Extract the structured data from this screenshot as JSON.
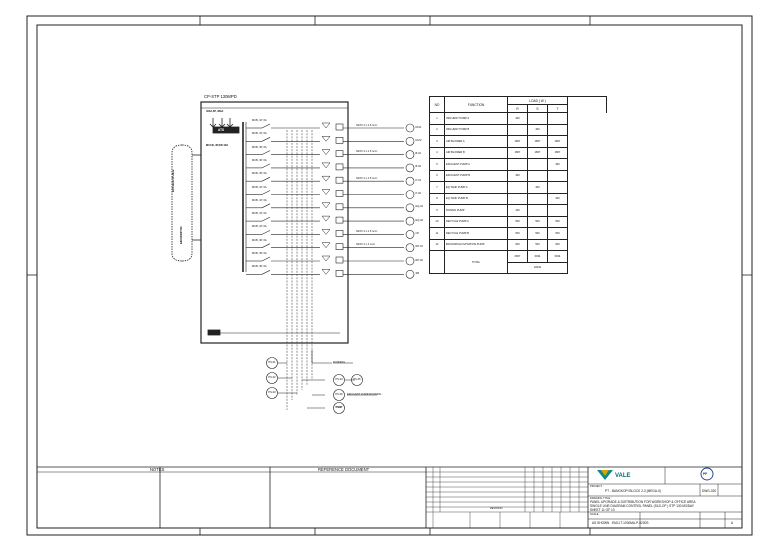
{
  "drawing": {
    "panel_title": "CP-STP 130MPD",
    "incomer": {
      "rating": "400A,3P, 36kA",
      "label": "ATS",
      "breaker": "MCCB, 3P,4W 40A"
    },
    "bus_label": "BUS BAR 3P+N+E",
    "meter_label": "E/M MONITOR",
    "feeders": [
      {
        "breaker": "MCB, 1P, 6A",
        "cable": "N2XX 4 x 2.5 mm²",
        "load": "M-01"
      },
      {
        "breaker": "MCB, 1P, 6A",
        "cable": "",
        "load": "M-02"
      },
      {
        "breaker": "MCB, 3P, 6A",
        "cable": "N2XX 4 x 2.5 mm²",
        "load": "B-01"
      },
      {
        "breaker": "MCB, 3P, 6A",
        "cable": "",
        "load": "B-02"
      },
      {
        "breaker": "MCB, 3P, 6A",
        "cable": "N2XX 4 x 2.5 mm²",
        "load": "P-01"
      },
      {
        "breaker": "MCB, 1P, 6A",
        "cable": "",
        "load": "P-02"
      },
      {
        "breaker": "MCB, 1P, 6A",
        "cable": "",
        "load": "EQ-01"
      },
      {
        "breaker": "MCB, 1P, 6A",
        "cable": "",
        "load": "EQ-02"
      },
      {
        "breaker": "MCB, 1P, 6A",
        "cable": "N2XX 4 x 2.5 mm²",
        "load": "CP"
      },
      {
        "breaker": "MCB, 3P, 6A",
        "cable": "N2XX 4 x 4 mm²",
        "load": "RP-01"
      },
      {
        "breaker": "MCB, 3P, 6A",
        "cable": "",
        "load": "RP-02"
      },
      {
        "breaker": "MCB, 3P, 6A",
        "cable": "",
        "load": "SB"
      }
    ],
    "indicators": [
      "PS-01",
      "PS-02",
      "PS-03",
      "PS-04",
      "PS-05",
      "PS-06",
      "PS-07"
    ],
    "signals": [
      "RUNNING",
      "EFFLUENT PUMP RUNNING",
      "TRIP"
    ]
  },
  "load_table": {
    "headers": {
      "no": "NO",
      "function": "FUNCTION",
      "load": "LOAD ( W )",
      "phases": [
        "R",
        "S",
        "T"
      ]
    },
    "rows": [
      {
        "no": "1",
        "function": "INFLUENT PUMP A",
        "r": "400",
        "s": "",
        "t": ""
      },
      {
        "no": "2",
        "function": "INFLUENT PUMP B",
        "r": "",
        "s": "400",
        "t": ""
      },
      {
        "no": "3",
        "function": "AIR BLOWER A",
        "r": "1867",
        "s": "1867",
        "t": "1867"
      },
      {
        "no": "4",
        "function": "AIR BLOWER B",
        "r": "1867",
        "s": "1867",
        "t": "1867"
      },
      {
        "no": "5",
        "function": "EFFLUENT PUMP A",
        "r": "",
        "s": "",
        "t": "400"
      },
      {
        "no": "6",
        "function": "EFFLUENT PUMP B",
        "r": "400",
        "s": "",
        "t": ""
      },
      {
        "no": "7",
        "function": "EQ.TANK PUMP A",
        "r": "",
        "s": "400",
        "t": ""
      },
      {
        "no": "8",
        "function": "EQ.TANK PUMP B",
        "r": "",
        "s": "",
        "t": "400"
      },
      {
        "no": "9",
        "function": "DOSING PUMP",
        "r": "100",
        "s": "",
        "t": ""
      },
      {
        "no": "10",
        "function": "RECYCLE PUMP A",
        "r": "500",
        "s": "500",
        "t": "500"
      },
      {
        "no": "11",
        "function": "RECYCLE PUMP B",
        "r": "500",
        "s": "500",
        "t": "500"
      },
      {
        "no": "12",
        "function": "BACKWASH FILTRATION PUMP",
        "r": "500",
        "s": "500",
        "t": "500"
      }
    ],
    "total": {
      "label": "TOTAL",
      "r": "6067",
      "s": "6034",
      "t": "6034",
      "grand": "18134"
    }
  },
  "title_block": {
    "notes_label": "NOTES",
    "reference_label": "REFERENCE DOCUMENT",
    "revision_label": "REVISION",
    "company": "VALE",
    "client_logo": "PP",
    "project_label": "PROJECT :",
    "project": "PT - BANGKOPI BLOCK 2-3 (MEGA-II)",
    "drawing_no": "DWG-020",
    "title_label": "DRAWING TITLE :",
    "title_lines": [
      "PANEL UPGRADE & DISTRIBUTION FOR WORKSHOP & OFFICE AREA",
      "SINGLE LINE DIAGRAM CONTROL PANEL (SLD-CP ) STP 130 M3/DAY",
      "SHEET 11 OF 13"
    ],
    "scale_label": "SCALE",
    "scale": "AS SHOWN",
    "doc_number": "EMJ-IT-1000MA-P-0200S",
    "sheet": "A"
  }
}
